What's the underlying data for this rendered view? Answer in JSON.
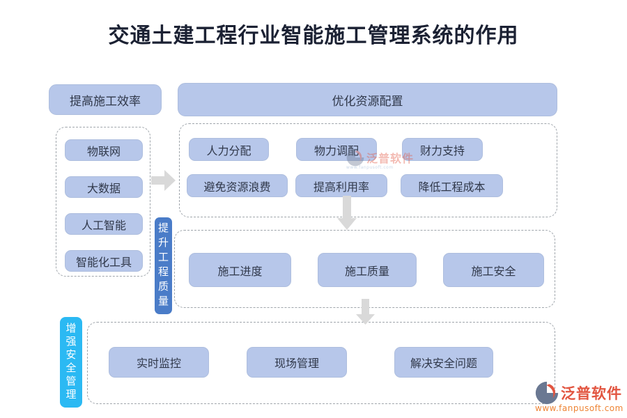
{
  "title": "交通土建工程行业智能施工管理系统的作用",
  "flow": {
    "efficiency": {
      "header": "提高施工效率",
      "items": [
        "物联网",
        "大数据",
        "人工智能",
        "智能化工具"
      ]
    },
    "resources": {
      "header": "优化资源配置",
      "row1": [
        "人力分配",
        "物力调配",
        "财力支持"
      ],
      "row2": [
        "避免资源浪费",
        "提高利用率",
        "降低工程成本"
      ]
    },
    "quality": {
      "tab": "提升工程质量",
      "items": [
        "施工进度",
        "施工质量",
        "施工安全"
      ]
    },
    "safety": {
      "tab": "增强安全管理",
      "items": [
        "实时监控",
        "现场管理",
        "解决安全问题"
      ]
    }
  },
  "watermark": {
    "brand": "泛普软件",
    "url": "www.fanpusoft.com"
  },
  "colors": {
    "box_fill": "#b7c7ea",
    "tab_blue": "#4a7cc8",
    "tab_cyan": "#2bb9f3",
    "arrow": "#d9d9d9",
    "brand_red": "#e25540",
    "brand_orange": "#ee8435",
    "title_ink": "#1b2133"
  }
}
